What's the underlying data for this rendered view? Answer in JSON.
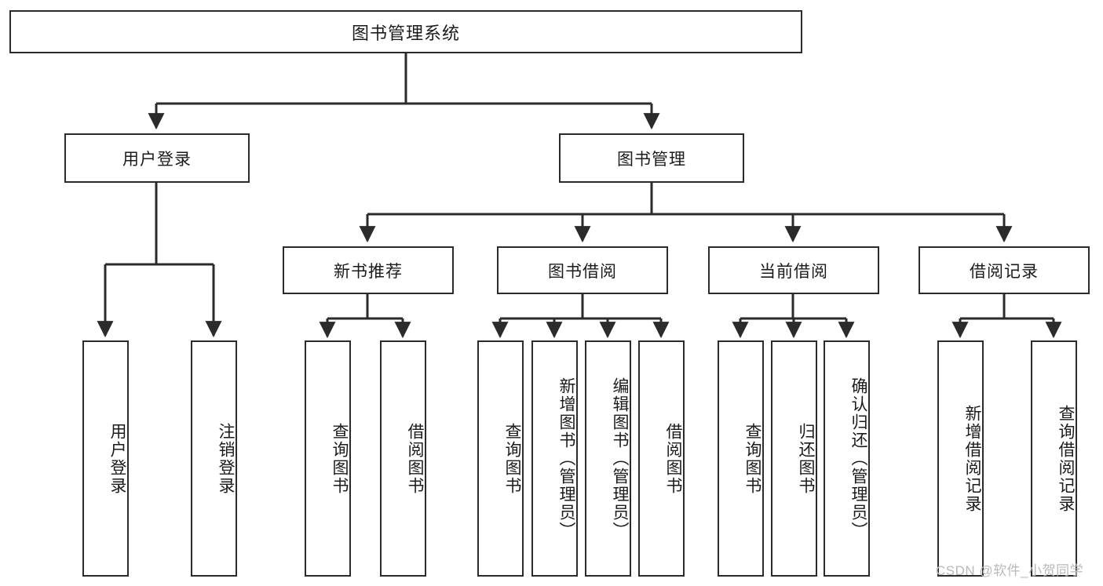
{
  "diagram": {
    "type": "tree",
    "title": "图书管理系统",
    "watermark": "CSDN @软件_小贺同学",
    "root": {
      "id": "root",
      "label": "图书管理系统"
    },
    "level1": [
      {
        "id": "user-login",
        "label": "用户登录"
      },
      {
        "id": "book-management",
        "label": "图书管理"
      }
    ],
    "level2": [
      {
        "id": "new-book-recommend",
        "label": "新书推荐",
        "parent": "book-management"
      },
      {
        "id": "book-borrow",
        "label": "图书借阅",
        "parent": "book-management"
      },
      {
        "id": "current-borrow",
        "label": "当前借阅",
        "parent": "book-management"
      },
      {
        "id": "borrow-record",
        "label": "借阅记录",
        "parent": "book-management"
      }
    ],
    "leaves": [
      {
        "id": "leaf-user-login",
        "label": "用户登录",
        "parent": "user-login"
      },
      {
        "id": "leaf-logout",
        "label": "注销登录",
        "parent": "user-login"
      },
      {
        "id": "leaf-query-book-1",
        "label": "查询图书",
        "parent": "new-book-recommend"
      },
      {
        "id": "leaf-borrow-book-1",
        "label": "借阅图书",
        "parent": "new-book-recommend"
      },
      {
        "id": "leaf-query-book-2",
        "label": "查询图书",
        "parent": "book-borrow"
      },
      {
        "id": "leaf-add-book",
        "label": "新增图书（管理员）",
        "parent": "book-borrow"
      },
      {
        "id": "leaf-edit-book",
        "label": "编辑图书（管理员）",
        "parent": "book-borrow"
      },
      {
        "id": "leaf-borrow-book-2",
        "label": "借阅图书",
        "parent": "book-borrow"
      },
      {
        "id": "leaf-query-book-3",
        "label": "查询图书",
        "parent": "current-borrow"
      },
      {
        "id": "leaf-return-book",
        "label": "归还图书",
        "parent": "current-borrow"
      },
      {
        "id": "leaf-confirm-return",
        "label": "确认归还（管理员）",
        "parent": "current-borrow"
      },
      {
        "id": "leaf-add-record",
        "label": "新增借阅记录",
        "parent": "borrow-record"
      },
      {
        "id": "leaf-query-record",
        "label": "查询借阅记录",
        "parent": "borrow-record"
      }
    ],
    "colors": {
      "stroke": "#2b2b2b",
      "fill": "#ffffff",
      "text": "#1b1b1b",
      "watermark": "#b9b9b9"
    }
  }
}
